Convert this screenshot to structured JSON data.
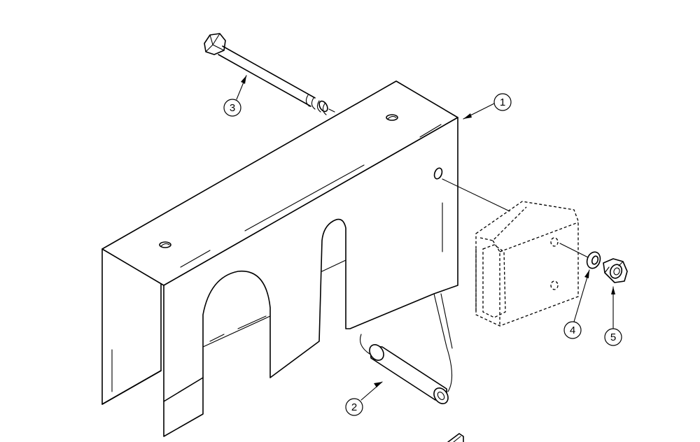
{
  "callouts": [
    {
      "id": "callout-1",
      "label": "1"
    },
    {
      "id": "callout-2",
      "label": "2"
    },
    {
      "id": "callout-3",
      "label": "3"
    },
    {
      "id": "callout-4",
      "label": "4"
    },
    {
      "id": "callout-5",
      "label": "5"
    }
  ],
  "parts": [
    "bracket-shield",
    "spacer-roller",
    "bolt",
    "washer",
    "lock-nut",
    "mounting-block-phantom"
  ]
}
